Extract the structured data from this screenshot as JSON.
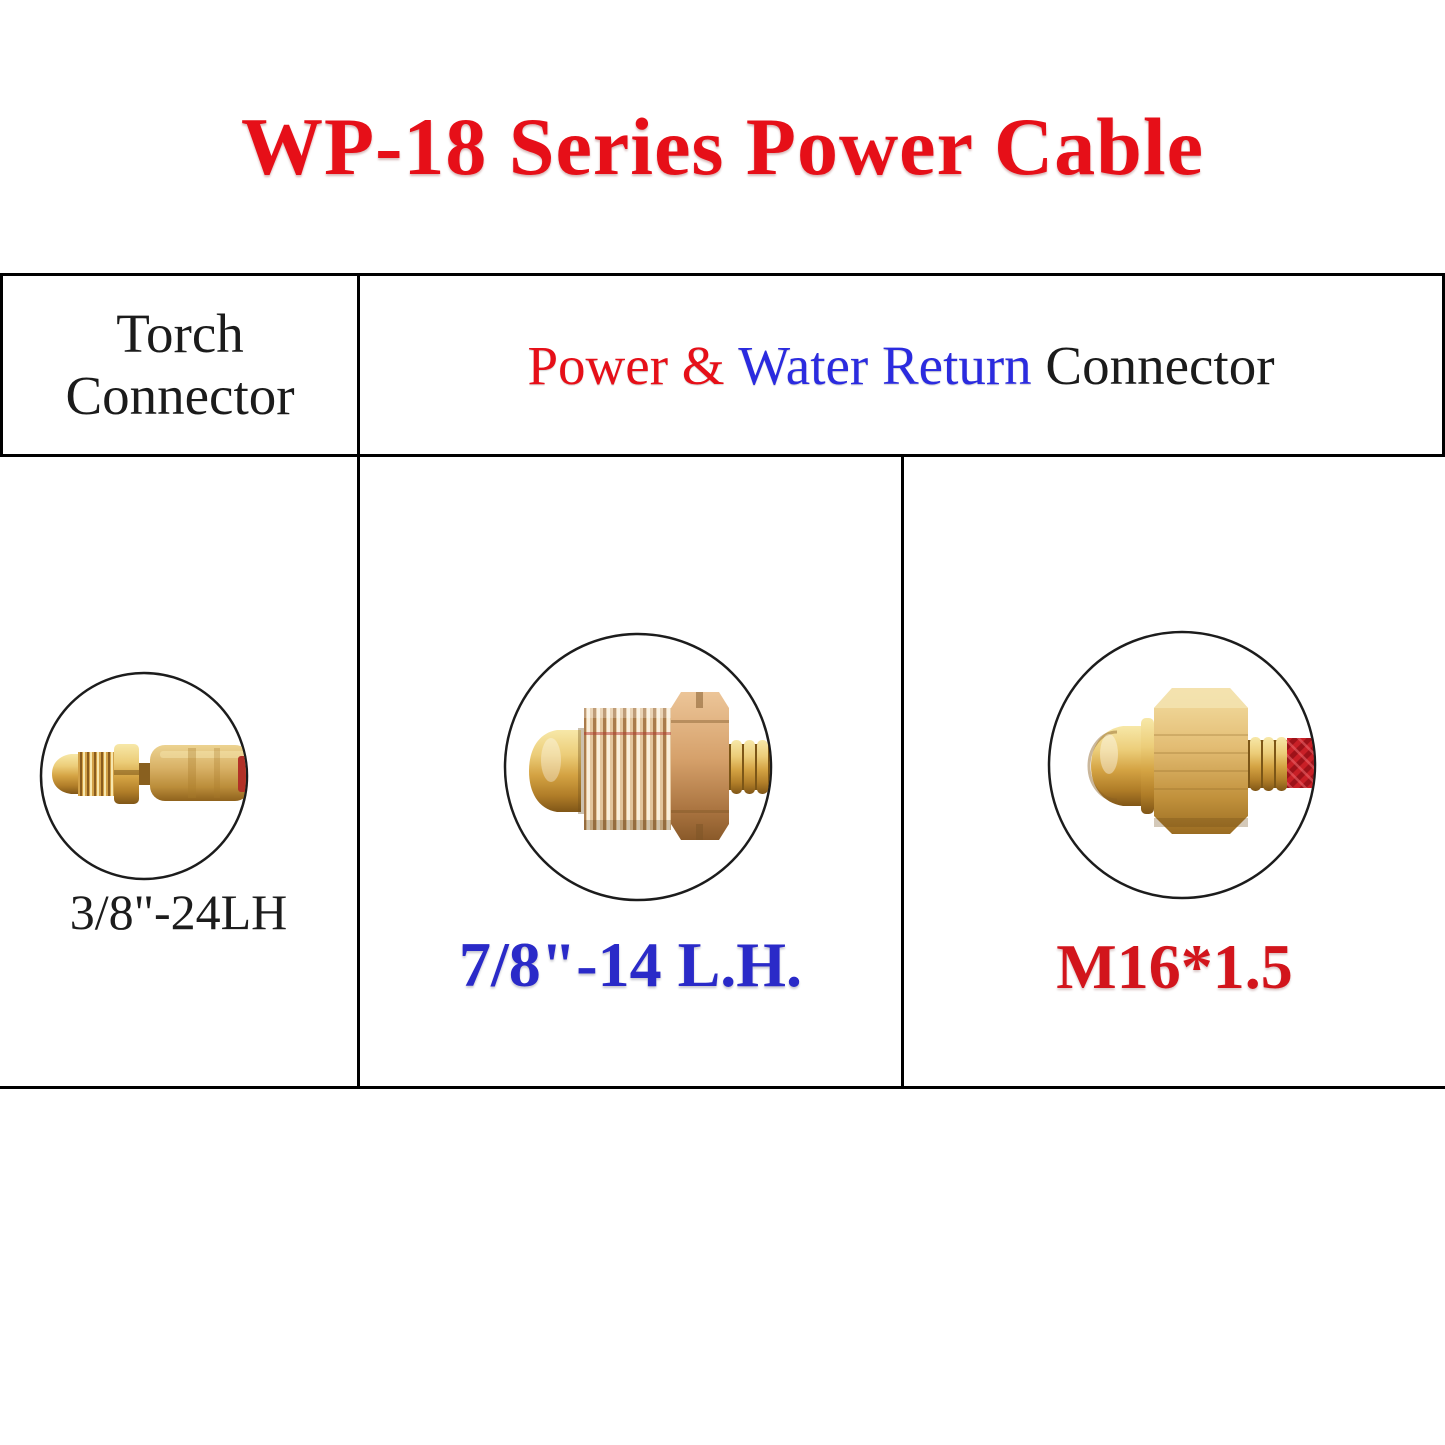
{
  "title": {
    "text": "WP-18 Series Power Cable",
    "color": "#e60f18"
  },
  "table": {
    "header": {
      "torch": {
        "text": "Torch Connector",
        "color": "#1b1b1b"
      },
      "power_water": {
        "segments": [
          {
            "text": "Power & ",
            "color": "#e60f18"
          },
          {
            "text": "Water Return ",
            "color": "#2b2bdf"
          },
          {
            "text": "Connector",
            "color": "#1b1b1b"
          }
        ]
      }
    },
    "cells": [
      {
        "connector": "torch-connector",
        "label": "3/8\"-24LH",
        "label_color": "#1c1c1c"
      },
      {
        "connector": "power-connector",
        "label": "7/8\"-14 L.H.",
        "label_color": "#2a2ac8"
      },
      {
        "connector": "water-return-connector",
        "label": "M16*1.5",
        "label_color": "#d2151c"
      }
    ]
  },
  "colors": {
    "background": "#ffffff",
    "border": "#000000",
    "brass": "#d4a343",
    "cable_red": "#c81f26"
  }
}
